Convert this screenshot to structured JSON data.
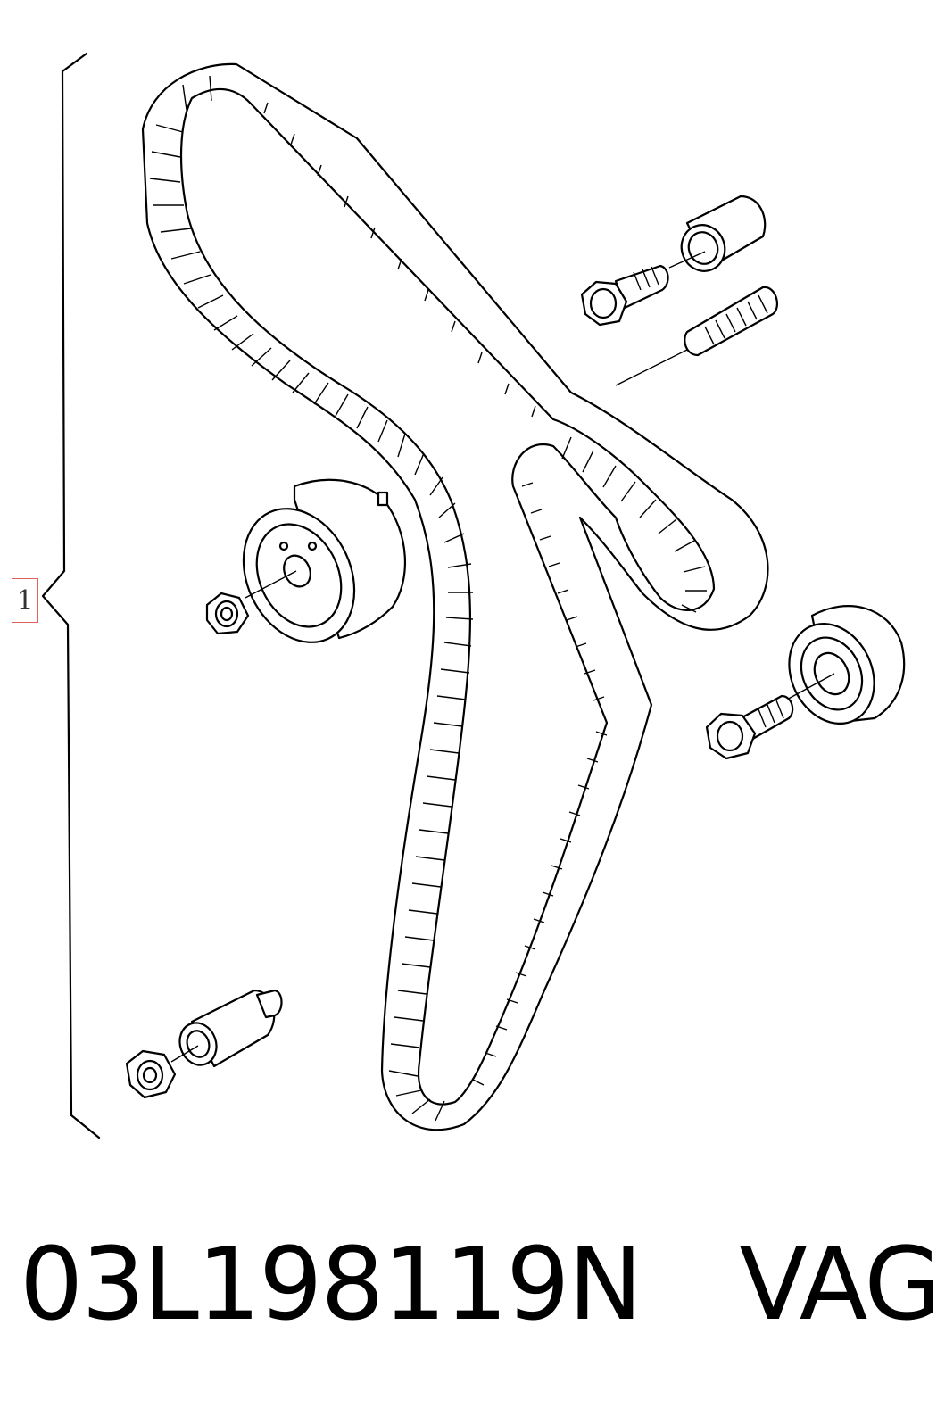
{
  "callout": {
    "label": "1"
  },
  "footer": {
    "part_number": "03L198119N",
    "brand": "VAG"
  },
  "parts": [
    "timing-belt",
    "tensioner-pulley",
    "tensioner-nut",
    "idler-pulley-right",
    "idler-pulley-bolt",
    "idler-pulley-top",
    "idler-pulley-top-bolt",
    "stud-bolt",
    "idler-roller-bottom",
    "idler-roller-bottom-nut"
  ],
  "colors": {
    "line": "#000000",
    "callout_border": "#e06060"
  }
}
